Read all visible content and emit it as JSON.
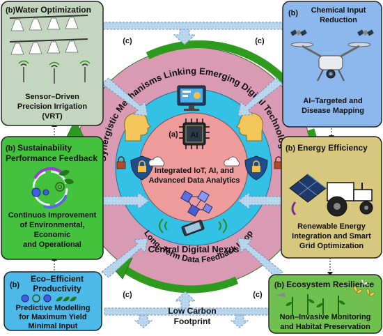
{
  "panels": {
    "water": {
      "tag": "(b)",
      "title": "Water Optimization",
      "body": [
        "Sensor–Driven",
        "Precision Irrigation",
        "(VRT)"
      ]
    },
    "chemical": {
      "tag": "(b)",
      "title": [
        "Chemical Input",
        "Reduction"
      ],
      "body": [
        "AI–Targeted and",
        "Disease Mapping"
      ]
    },
    "sustainability": {
      "tag": "(b)",
      "title": [
        "Sustainability",
        "Performance Feedback"
      ],
      "body": [
        "Continuos Improvement",
        "of Environmental,",
        "Economic",
        "and Operational"
      ]
    },
    "energy": {
      "tag": "(b)",
      "title": "Energy Efficiency",
      "body": [
        "Renewable Energy",
        "Integration and Smart",
        "Grid Optimization"
      ]
    },
    "eco": {
      "tag": "(b)",
      "title": [
        "Eco–Efficient",
        "Productivity"
      ],
      "body": [
        "Predictive Modelling",
        "for Maximum Yield",
        "Minimal Input"
      ]
    },
    "resilience": {
      "tag": "(b)",
      "title": "Ecosystem Resilience",
      "body": [
        "Non–Invasive Monitoring",
        "and Habitat Preservation"
      ]
    }
  },
  "center": {
    "tag": "(a)",
    "ai_label": "AI",
    "core_text": [
      "Integrated IoT, AI, and",
      "Advanced Data Analytics"
    ],
    "nexus_label": "Central Digital Nexus",
    "outer_ring_label": "Synergistic Mechanisms Linking Emerging Digital Technologies",
    "feedback_label": "Long–Term Data Feedback Loop"
  },
  "link_tag": "(c)",
  "bottom_label": [
    "Low Carbon",
    "Footprint"
  ],
  "colors": {
    "outer_ring": "#d99bb3",
    "middle_ring": "#33c2e6",
    "core": "#ee9b9b",
    "green_arrow": "#2e9a1e",
    "water_panel": "#c4d6c0",
    "chemical_panel": "#8cb8ee",
    "sustainability_panel": "#44c23e",
    "energy_panel": "#d7c77f",
    "eco_panel": "#4db9e8",
    "resilience_panel": "#6fc04e",
    "link_arrow": "#bcd8ee"
  }
}
